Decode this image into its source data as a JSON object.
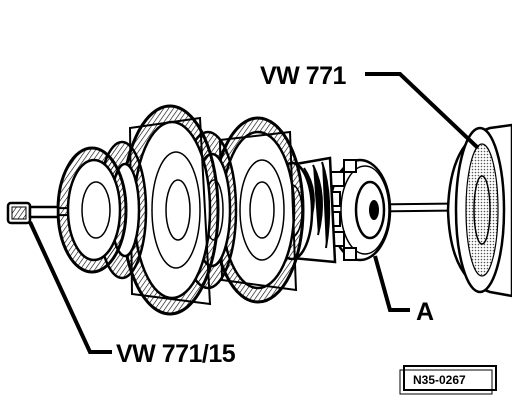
{
  "labels": {
    "tool_main": "VW 771",
    "tool_adapter": "VW 771/15",
    "part_a": "A",
    "figure_ref": "N35-0267"
  }
}
